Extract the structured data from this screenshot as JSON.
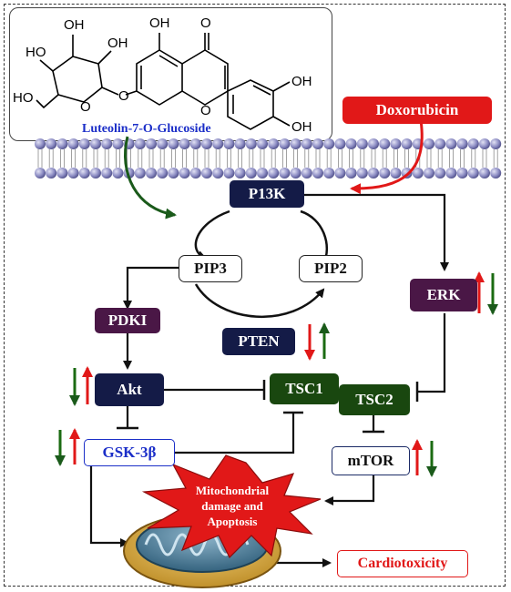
{
  "compound": {
    "name": "Luteolin-7-O-Glucoside",
    "labels": [
      "HO",
      "OH",
      "OH",
      "HO",
      "O",
      "OH",
      "O",
      "O",
      "O",
      "OH",
      "OH"
    ]
  },
  "nodes": {
    "doxorubicin": "Doxorubicin",
    "pi3k": "P13K",
    "pip3": "PIP3",
    "pip2": "PIP2",
    "pten": "PTEN",
    "erk": "ERK",
    "pdki": "PDKI",
    "akt": "Akt",
    "tsc1": "TSC1",
    "tsc2": "TSC2",
    "gsk3b": "GSK-3β",
    "mtor": "mTOR",
    "burst": "Mitochondrial damage and Apoptosis",
    "burst_line1": "Mitochondrial",
    "burst_line2": "damage and",
    "burst_line3": "Apoptosis",
    "cardiotoxicity": "Cardiotoxicity"
  },
  "colors": {
    "increase": "#e11818",
    "decrease": "#1b6b12",
    "node_dark": "#141b47",
    "node_purple": "#4a1746",
    "node_green": "#19470f",
    "membrane": "#6f6fa8"
  }
}
